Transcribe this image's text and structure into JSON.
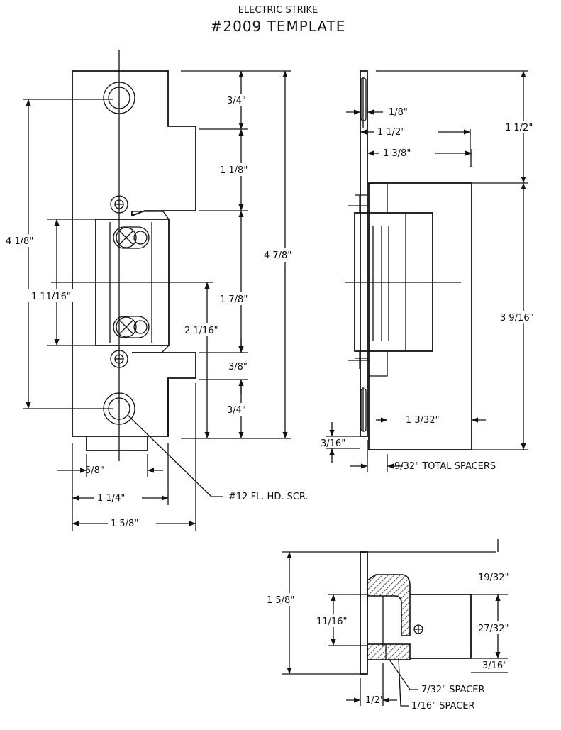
{
  "title": {
    "line1": "ELECTRIC STRIKE",
    "line2": "#2009 TEMPLATE"
  },
  "front_view": {
    "dims": {
      "top_to_hole": "3/4\"",
      "to_notch": "1 1/8\"",
      "overall_height": "4 7/8\"",
      "mounting_holes": "4 1/8\"",
      "keeper_opening": "1 11/16\"",
      "opening_to_bottom": "2 1/16\"",
      "notch_span": "1 7/8\"",
      "lower_step": "3/8\"",
      "bottom_to_hole": "3/4\"",
      "lip_offset": "5/8\"",
      "width_inner": "1 1/4\"",
      "width_overall": "1 5/8\""
    },
    "screw_label": "#12 FL. HD. SCR."
  },
  "side_view": {
    "dims": {
      "faceplate": "1/8\"",
      "depth_overall": "1 1/2\"",
      "depth_body": "1 3/8\"",
      "top_offset": "1 1/2\"",
      "body_height": "3 9/16\"",
      "body_depth": "1 3/32\"",
      "bottom_tab": "3/16\"",
      "spacers": "9/32\" TOTAL SPACERS"
    }
  },
  "section_view": {
    "dims": {
      "height": "1 5/8\"",
      "opening": "11/16\"",
      "top_step": "19/32\"",
      "keeper": "27/32\"",
      "base": "3/16\"",
      "depth": "1/2\""
    },
    "spacer_labels": {
      "spacer_a": "7/32\" SPACER",
      "spacer_b": "1/16\" SPACER"
    }
  }
}
